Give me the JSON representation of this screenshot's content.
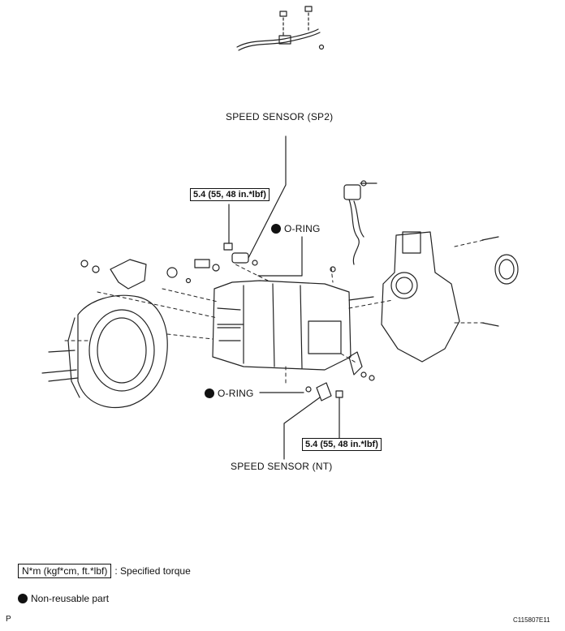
{
  "labels": {
    "speed_sensor_sp2": "SPEED SENSOR (SP2)",
    "o_ring_upper": "O-RING",
    "o_ring_lower": "O-RING",
    "speed_sensor_nt": "SPEED SENSOR (NT)"
  },
  "torque": {
    "upper": "5.4 (55, 48 in.*lbf)",
    "lower": "5.4 (55, 48 in.*lbf)"
  },
  "legend": {
    "torque_unit": "N*m (kgf*cm, ft.*lbf)",
    "torque_desc": ": Specified torque",
    "nonreusable_desc": "Non-reusable part"
  },
  "corner": {
    "page_mark": "P",
    "figure_code": "C115807E11"
  }
}
